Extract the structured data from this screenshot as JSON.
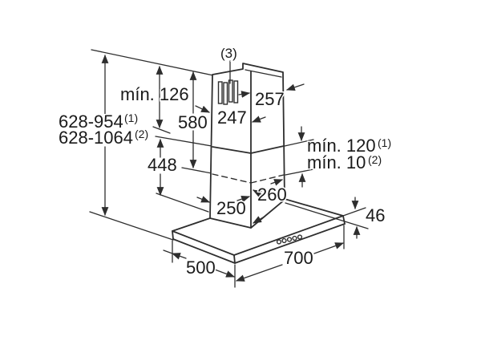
{
  "diagram": {
    "type": "installation-dimension-drawing",
    "subject": "wall-mounted chimney extractor hood",
    "background_color": "#ffffff",
    "line_color": "#2e2e2e",
    "text_color": "#1a1a1a",
    "labels": {
      "vent_note": "(3)",
      "min_ceiling_clearance": "mín. 126",
      "upper_chimney_depth": "257",
      "upper_chimney_width": "247",
      "upper_chimney_height": "580",
      "total_height_variant1": "628-954",
      "total_height_variant1_note": "(1)",
      "total_height_variant2": "628-1064",
      "total_height_variant2_note": "(2)",
      "lower_chimney_height": "448",
      "overlap_variant1": "mín. 120",
      "overlap_variant1_note": "(1)",
      "overlap_variant2": "mín. 10",
      "overlap_variant2_note": "(2)",
      "lower_chimney_depth": "260",
      "lower_chimney_width": "250",
      "hood_body_height": "46",
      "hood_width": "700",
      "hood_depth": "500"
    }
  }
}
